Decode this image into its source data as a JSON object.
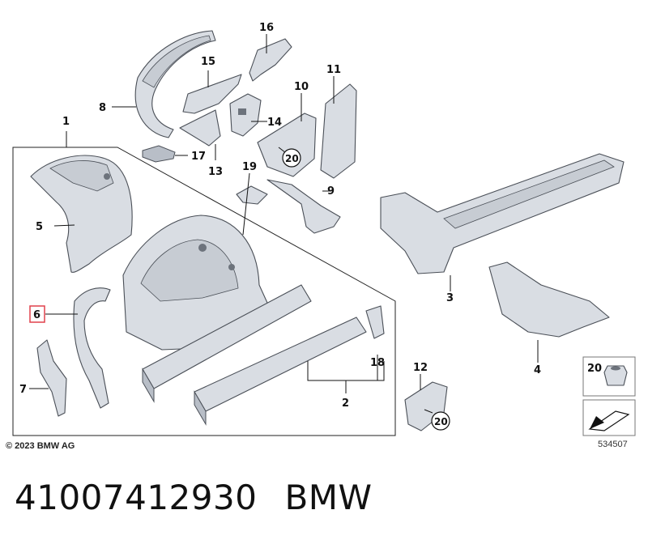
{
  "callouts": {
    "c1": "1",
    "c2": "2",
    "c3": "3",
    "c4": "4",
    "c5": "5",
    "c6": "6",
    "c7": "7",
    "c8": "8",
    "c9": "9",
    "c10": "10",
    "c11": "11",
    "c12": "12",
    "c13": "13",
    "c14": "14",
    "c15": "15",
    "c16": "16",
    "c17": "17",
    "c18": "18",
    "c19": "19",
    "c20a": "20",
    "c20b": "20",
    "c20legend": "20"
  },
  "copyright": "© 2023 BMW AG",
  "image_id": "534507",
  "footer": {
    "part_number": "41007412930",
    "brand": "BMW"
  },
  "colors": {
    "highlight": "#e0414b",
    "part_fill": "#d9dde3",
    "outline": "#4a4f57"
  }
}
